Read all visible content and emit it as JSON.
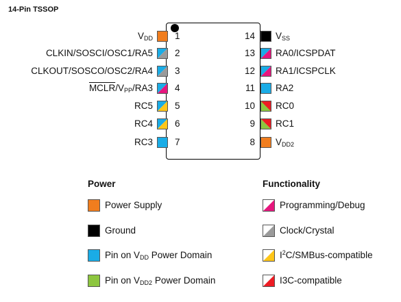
{
  "title": "14-Pin TSSOP",
  "colors": {
    "power": "#f07d1e",
    "ground": "#000000",
    "vdd_domain": "#1aace6",
    "vdd2_domain": "#8dc63f",
    "programming": "#e6177e",
    "clock": "#9a9a9a",
    "i2c": "#ffc619",
    "i3c": "#ed1c24",
    "outline": "#555555"
  },
  "left_pins": [
    {
      "num": "1",
      "label": "V",
      "sub": "DD",
      "after": ""
    },
    {
      "num": "2",
      "label": "CLKIN/SOSCI/OSC1/RA5"
    },
    {
      "num": "3",
      "label": "CLKOUT/SOSCO/OSC2/RA4"
    },
    {
      "num": "4",
      "label_over": "MCLR",
      "label_mid": "/V",
      "sub": "PP",
      "after": "/RA3"
    },
    {
      "num": "5",
      "label": "RC5"
    },
    {
      "num": "6",
      "label": "RC4"
    },
    {
      "num": "7",
      "label": "RC3"
    }
  ],
  "right_pins": [
    {
      "num": "14",
      "label": "V",
      "sub": "SS"
    },
    {
      "num": "13",
      "label": "RA0/ICSPDAT"
    },
    {
      "num": "12",
      "label": "RA1/ICSPCLK"
    },
    {
      "num": "11",
      "label": "RA2"
    },
    {
      "num": "10",
      "label": "RC0"
    },
    {
      "num": "9",
      "label": "RC1"
    },
    {
      "num": "8",
      "label": "V",
      "sub": "DD2"
    }
  ],
  "legend": {
    "power_heading": "Power",
    "functionality_heading": "Functionality",
    "power_items": [
      {
        "label": "Power Supply"
      },
      {
        "label": "Ground"
      },
      {
        "pre": "Pin on V",
        "sub": "DD",
        "post": " Power Domain"
      },
      {
        "pre": "Pin on V",
        "sub": "DD2",
        "post": " Power Domain"
      }
    ],
    "func_items": [
      {
        "label": "Programming/Debug"
      },
      {
        "label": "Clock/Crystal"
      },
      {
        "pre": "I",
        "sup": "2",
        "post": "C/SMBus-compatible"
      },
      {
        "label": "I3C-compatible"
      }
    ]
  }
}
